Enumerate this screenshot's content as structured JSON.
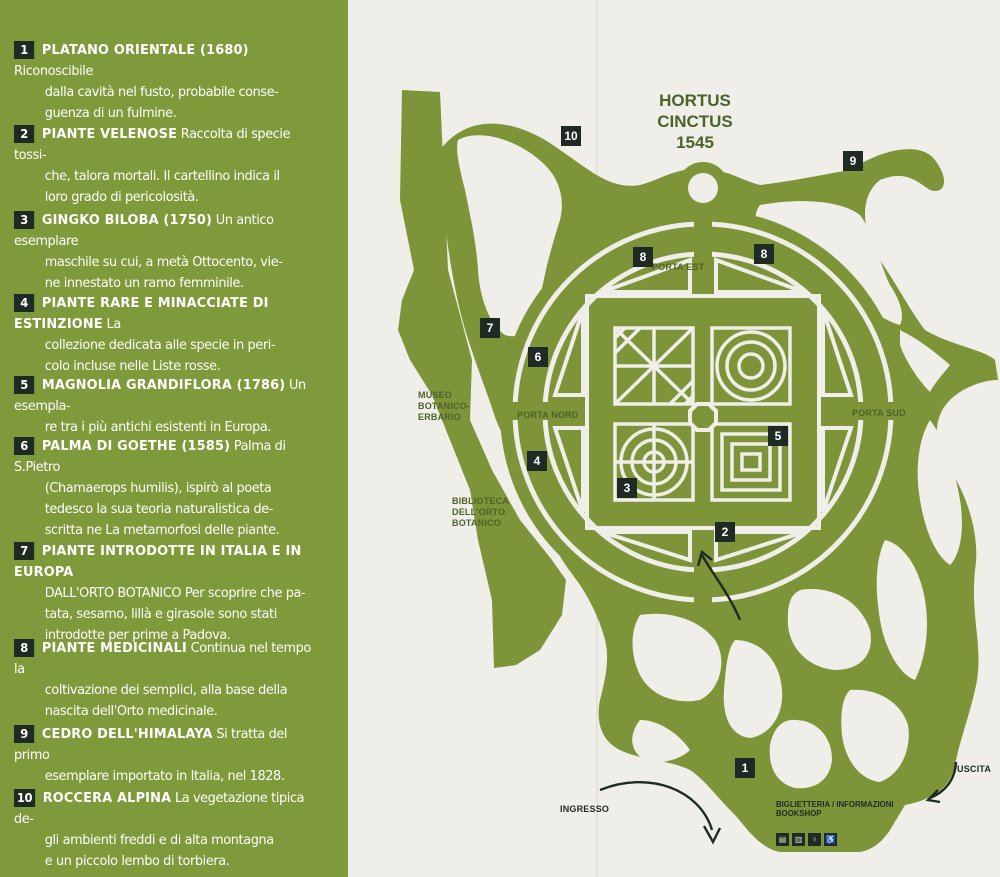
{
  "legend": {
    "entries": [
      {
        "num": "1",
        "title": "PLATANO ORIENTALE (1680)",
        "lines": [
          "Riconoscibile",
          "dalla cavità nel fusto, probabile conse-",
          "guenza di un fulmine."
        ]
      },
      {
        "num": "2",
        "title": "PIANTE VELENOSE",
        "lines": [
          "Raccolta di specie tossi-",
          "che, talora mortali. Il cartellino indica il",
          "loro grado di pericolosità."
        ]
      },
      {
        "num": "3",
        "title": "GINGKO BILOBA (1750)",
        "lines": [
          "Un antico esemplare",
          "maschile su cui, a metà Ottocento, vie-",
          "ne innestato un ramo femminile."
        ]
      },
      {
        "num": "4",
        "title": "PIANTE RARE E MINACCIATE DI ESTINZIONE",
        "lines": [
          "La",
          "collezione dedicata alle specie in peri-",
          "colo incluse nelle Liste rosse."
        ]
      },
      {
        "num": "5",
        "title": "MAGNOLIA GRANDIFLORA (1786)",
        "lines": [
          "Un esempla-",
          "re tra i più antichi esistenti in Europa."
        ]
      },
      {
        "num": "6",
        "title": "PALMA DI GOETHE (1585)",
        "lines": [
          "Palma di S.Pietro",
          "(Chamaerops humilis), ispirò al poeta",
          "tedesco la sua teoria naturalistica de-",
          "scritta ne La metamorfosi delle piante."
        ]
      },
      {
        "num": "7",
        "title": "PIANTE INTRODOTTE IN ITALIA E IN EUROPA",
        "lines": [
          "",
          "DALL'ORTO BOTANICO Per scoprire che pa-",
          "tata, sesamo, lillà e girasole sono stati",
          "introdotte per prime a Padova."
        ]
      },
      {
        "num": "8",
        "title": "PIANTE MEDICINALI",
        "lines": [
          "Continua nel tempo la",
          "coltivazione dei semplici, alla base della",
          "nascita dell'Orto medicinale."
        ]
      },
      {
        "num": "9",
        "title": "CEDRO DELL'HIMALAYA",
        "lines": [
          "Si tratta del primo",
          "esemplare importato in Italia, nel 1828."
        ]
      },
      {
        "num": "10",
        "title": "ROCCERA ALPINA",
        "lines": [
          "La vegetazione tipica de-",
          "gli ambienti freddi e di alta montagna",
          "e un piccolo lembo di torbiera."
        ]
      }
    ]
  },
  "map": {
    "title_line1": "HORTUS CINCTUS",
    "title_line2": "1545",
    "labels": {
      "porta_est": "PORTA EST",
      "porta_nord": "PORTA NORD",
      "porta_sud": "PORTA SUD",
      "museo_1": "MUSEO",
      "museo_2": "BOTANICO-",
      "museo_3": "ERBARIO",
      "biblio_1": "BIBLIOTECA",
      "biblio_2": "DELL'ORTO",
      "biblio_3": "BOTANICO",
      "ingresso": "INGRESSO",
      "uscita": "USCITA",
      "biglietteria": "BIGLIETTERIA / INFORMAZIONI",
      "bookshop": "BOOKSHOP"
    },
    "markers": [
      "1",
      "2",
      "3",
      "4",
      "5",
      "6",
      "7",
      "8",
      "8",
      "9",
      "10"
    ],
    "icons": [
      "ticket-icon",
      "book-icon",
      "restroom-icon",
      "accessible-icon"
    ],
    "colors": {
      "panel": "#7f9a3a",
      "map_green": "#7d9538",
      "paper": "#efeee8",
      "marker": "#1f2a24"
    }
  }
}
